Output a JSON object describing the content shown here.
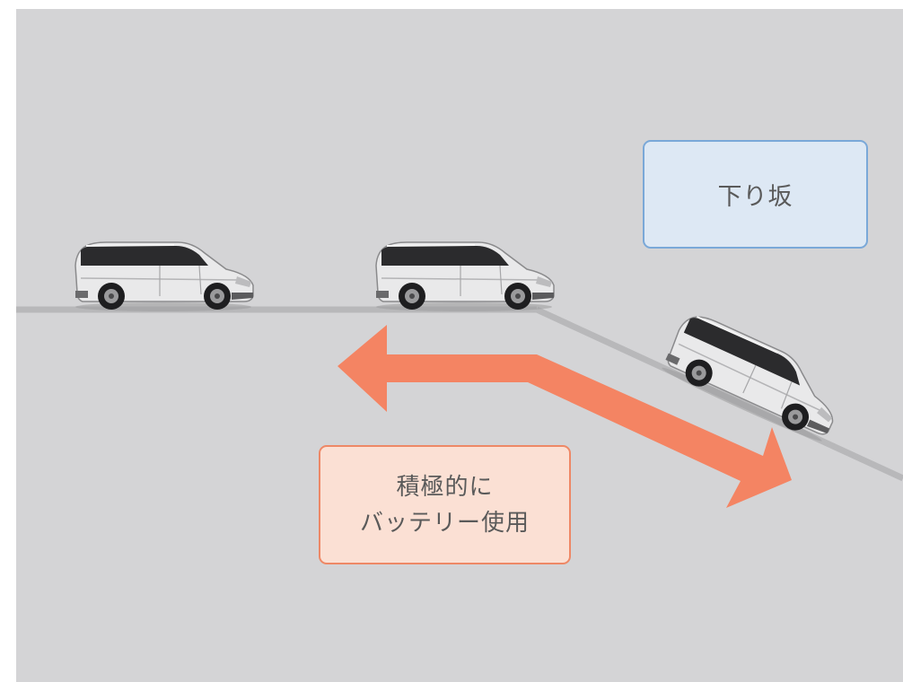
{
  "labels": {
    "downhill": "下り坂",
    "battery_line1": "積極的に",
    "battery_line2": "バッテリー使用"
  },
  "colors": {
    "background": "#d4d4d6",
    "road": "#b8b8ba",
    "arrow": "#f48463",
    "downhill_box_fill": "#dde8f4",
    "downhill_box_border": "#7aa8d8",
    "battery_box_fill": "#fbe0d4",
    "battery_box_border": "#ee8866"
  },
  "icons": [
    "minivan-icon",
    "minivan-icon",
    "minivan-icon",
    "double-headed-arrow"
  ]
}
